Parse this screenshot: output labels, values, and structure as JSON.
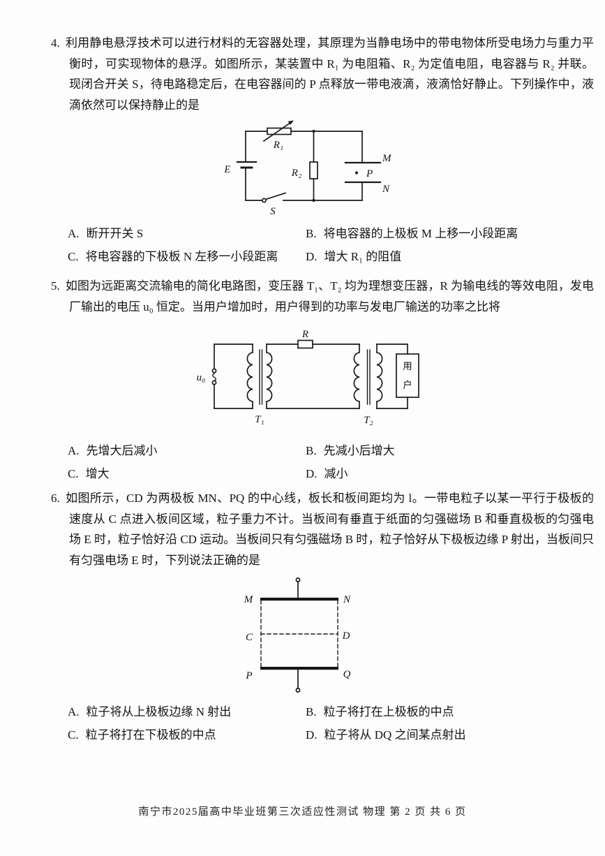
{
  "questions": {
    "q4": {
      "number": "4.",
      "text": "利用静电悬浮技术可以进行材料的无容器处理，其原理为当静电场中的带电物体所受电场力与重力平衡时，可实现物体的悬浮。如图所示，某装置中 R₁ 为电阻箱、R₂ 为定值电阻，电容器与 R₂ 并联。现闭合开关 S，待电路稳定后，在电容器间的 P 点释放一带电液滴，液滴恰好静止。下列操作中，液滴依然可以保持静止的是",
      "options": [
        {
          "key": "A.",
          "text": "断开开关 S"
        },
        {
          "key": "B.",
          "text": "将电容器的上极板 M 上移一小段距离"
        },
        {
          "key": "C.",
          "text": "将电容器的下极板 N 左移一小段距离"
        },
        {
          "key": "D.",
          "text": "增大 R₁ 的阻值"
        }
      ],
      "figure": {
        "labels": {
          "e": "E",
          "r1": "R₁",
          "r2": "R₂",
          "s": "S",
          "m": "M",
          "p": "P",
          "n": "N"
        }
      }
    },
    "q5": {
      "number": "5.",
      "text": "如图为远距离交流输电的简化电路图，变压器 T₁、T₂ 均为理想变压器，R 为输电线的等效电阻，发电厂输出的电压 u₀ 恒定。当用户增加时，用户得到的功率与发电厂输送的功率之比将",
      "options": [
        {
          "key": "A.",
          "text": "先增大后减小"
        },
        {
          "key": "B.",
          "text": "先减小后增大"
        },
        {
          "key": "C.",
          "text": "增大"
        },
        {
          "key": "D.",
          "text": "减小"
        }
      ],
      "figure": {
        "labels": {
          "u0": "u₀",
          "r": "R",
          "t1": "T₁",
          "t2": "T₂",
          "load_top": "用",
          "load_bottom": "户"
        }
      }
    },
    "q6": {
      "number": "6.",
      "text": "如图所示，CD 为两极板 MN、PQ 的中心线，板长和板间距均为 l。一带电粒子以某一平行于极板的速度从 C 点进入板间区域，粒子重力不计。当板间有垂直于纸面的匀强磁场 B 和垂直极板的匀强电场 E 时，粒子恰好沿 CD 运动。当板间只有匀强磁场 B 时，粒子恰好从下极板边缘 P 射出，当板间只有匀强电场 E 时，下列说法正确的是",
      "options": [
        {
          "key": "A.",
          "text": "粒子将从上极板边缘 N 射出"
        },
        {
          "key": "B.",
          "text": "粒子将打在上极板的中点"
        },
        {
          "key": "C.",
          "text": "粒子将打在下极板的中点"
        },
        {
          "key": "D.",
          "text": "粒子将从 DQ 之间某点射出"
        }
      ],
      "figure": {
        "labels": {
          "m": "M",
          "n": "N",
          "c": "C",
          "d": "D",
          "p": "P",
          "q": "Q"
        }
      }
    }
  },
  "footer": {
    "text": "南宁市2025届高中毕业班第三次适应性测试  物理  第 2 页  共 6 页"
  }
}
